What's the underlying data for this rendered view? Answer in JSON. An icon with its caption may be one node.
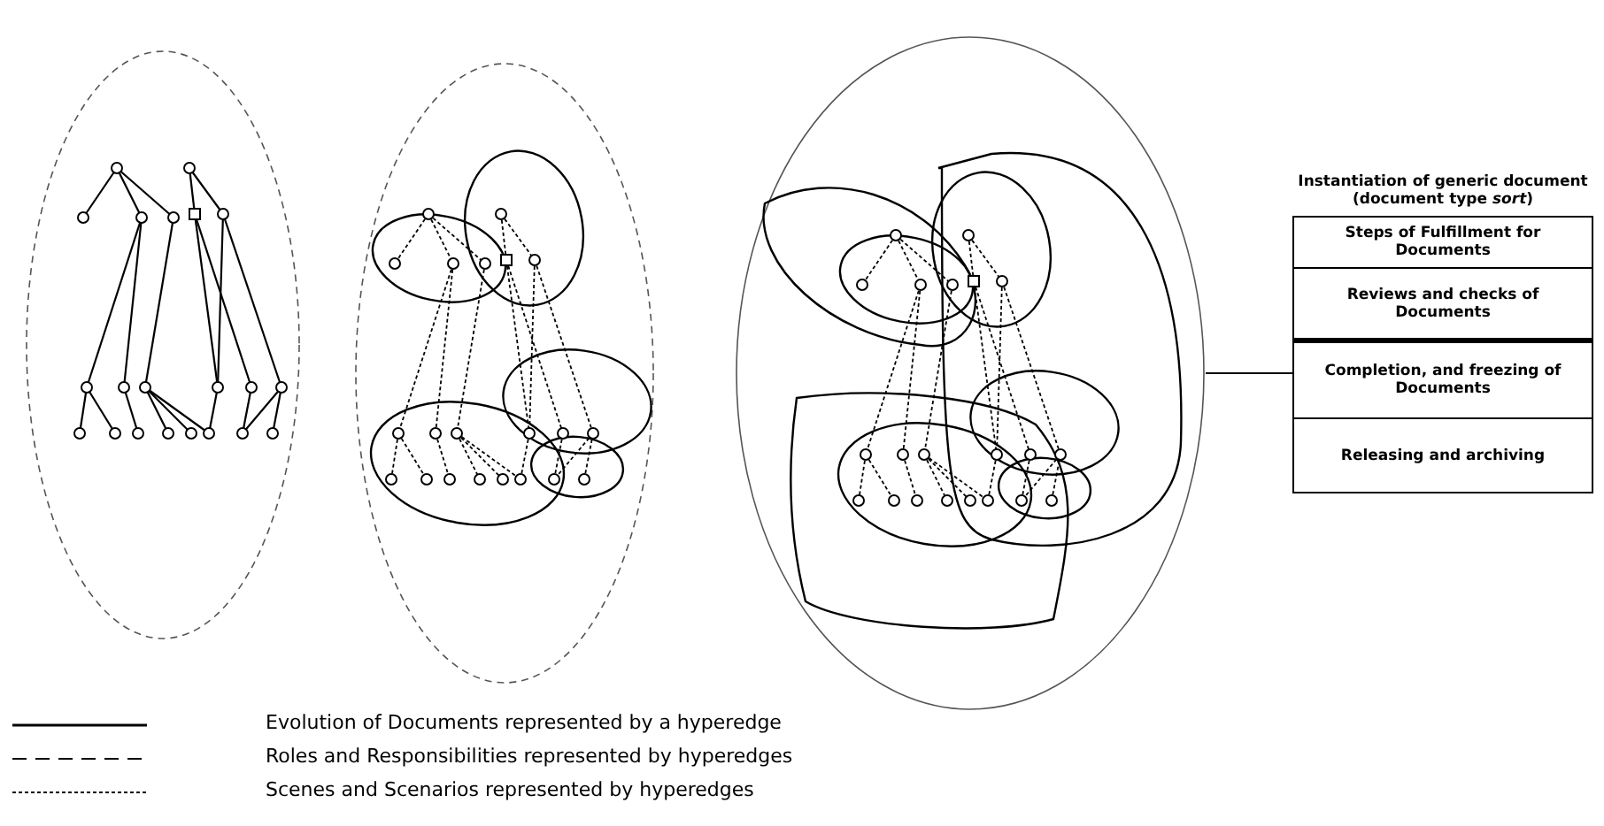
{
  "diagram": {
    "nodes": [
      {
        "text": [
          "Instantiation of generic document (document type *sort*)"
        ]
      },
      {
        "text": [
          "Steps of Fulfillment for Documents"
        ],
        "in": 0
      },
      {
        "text": [
          "Reviews and checks of Documents"
        ],
        "in": 0
      },
      {
        "text": [
          "Completion, and freezing of Documents"
        ],
        "in": 0
      },
      {
        "text": [
          "Releasing and archiving"
        ],
        "in": 0
      },
      {
        "text": [],
        "shape": "ellipse"
      },
      {
        "text": [],
        "shape": "ellipse"
      },
      {
        "text": [],
        "shape": "ellipse"
      }
    ],
    "edges": [
      {
        "from": 7,
        "to": 0,
        "arrow": "none"
      }
    ],
    "legend": [
      {
        "text": "Evolution of Documents represented by a hyperedge"
      },
      {
        "text": "Roles and Responsibilities represented by hyperedges"
      },
      {
        "text": "Scenes and Scenarios represented by hyperedges"
      }
    ]
  }
}
